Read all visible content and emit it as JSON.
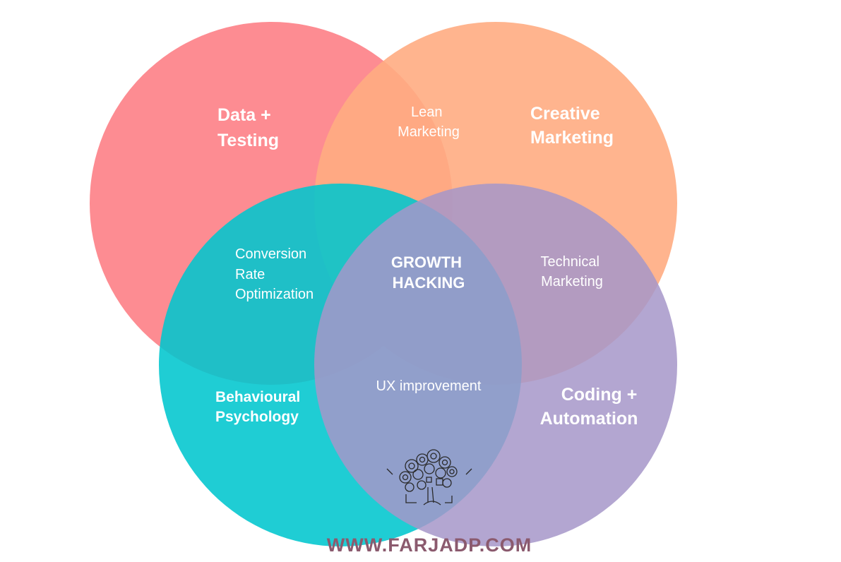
{
  "diagram": {
    "circles": [
      {
        "id": "data-testing",
        "color": "#fd7f86"
      },
      {
        "id": "creative-marketing",
        "color": "#ffac82"
      },
      {
        "id": "behavioural-psychology",
        "color": "#00c6ce"
      },
      {
        "id": "coding-automation",
        "color": "#a696c9"
      }
    ],
    "overlap_color": "#8f5a72",
    "labels": {
      "data_testing": [
        "Data +",
        "Testing"
      ],
      "creative_marketing": [
        "Creative",
        "Marketing"
      ],
      "behavioural_psychology": [
        "Behavioural",
        "Psychology"
      ],
      "coding_automation": [
        "Coding +",
        "Automation"
      ],
      "lean_marketing": [
        "Lean",
        "Marketing"
      ],
      "cro": [
        "Conversion",
        "Rate",
        "Optimization"
      ],
      "technical_marketing": [
        "Technical",
        "Marketing"
      ],
      "ux": [
        "UX improvement"
      ],
      "center": [
        "GROWTH",
        "HACKING"
      ]
    }
  },
  "footer": {
    "text": "WWW.FARJADP.COM",
    "color": "#8b5a6e"
  }
}
